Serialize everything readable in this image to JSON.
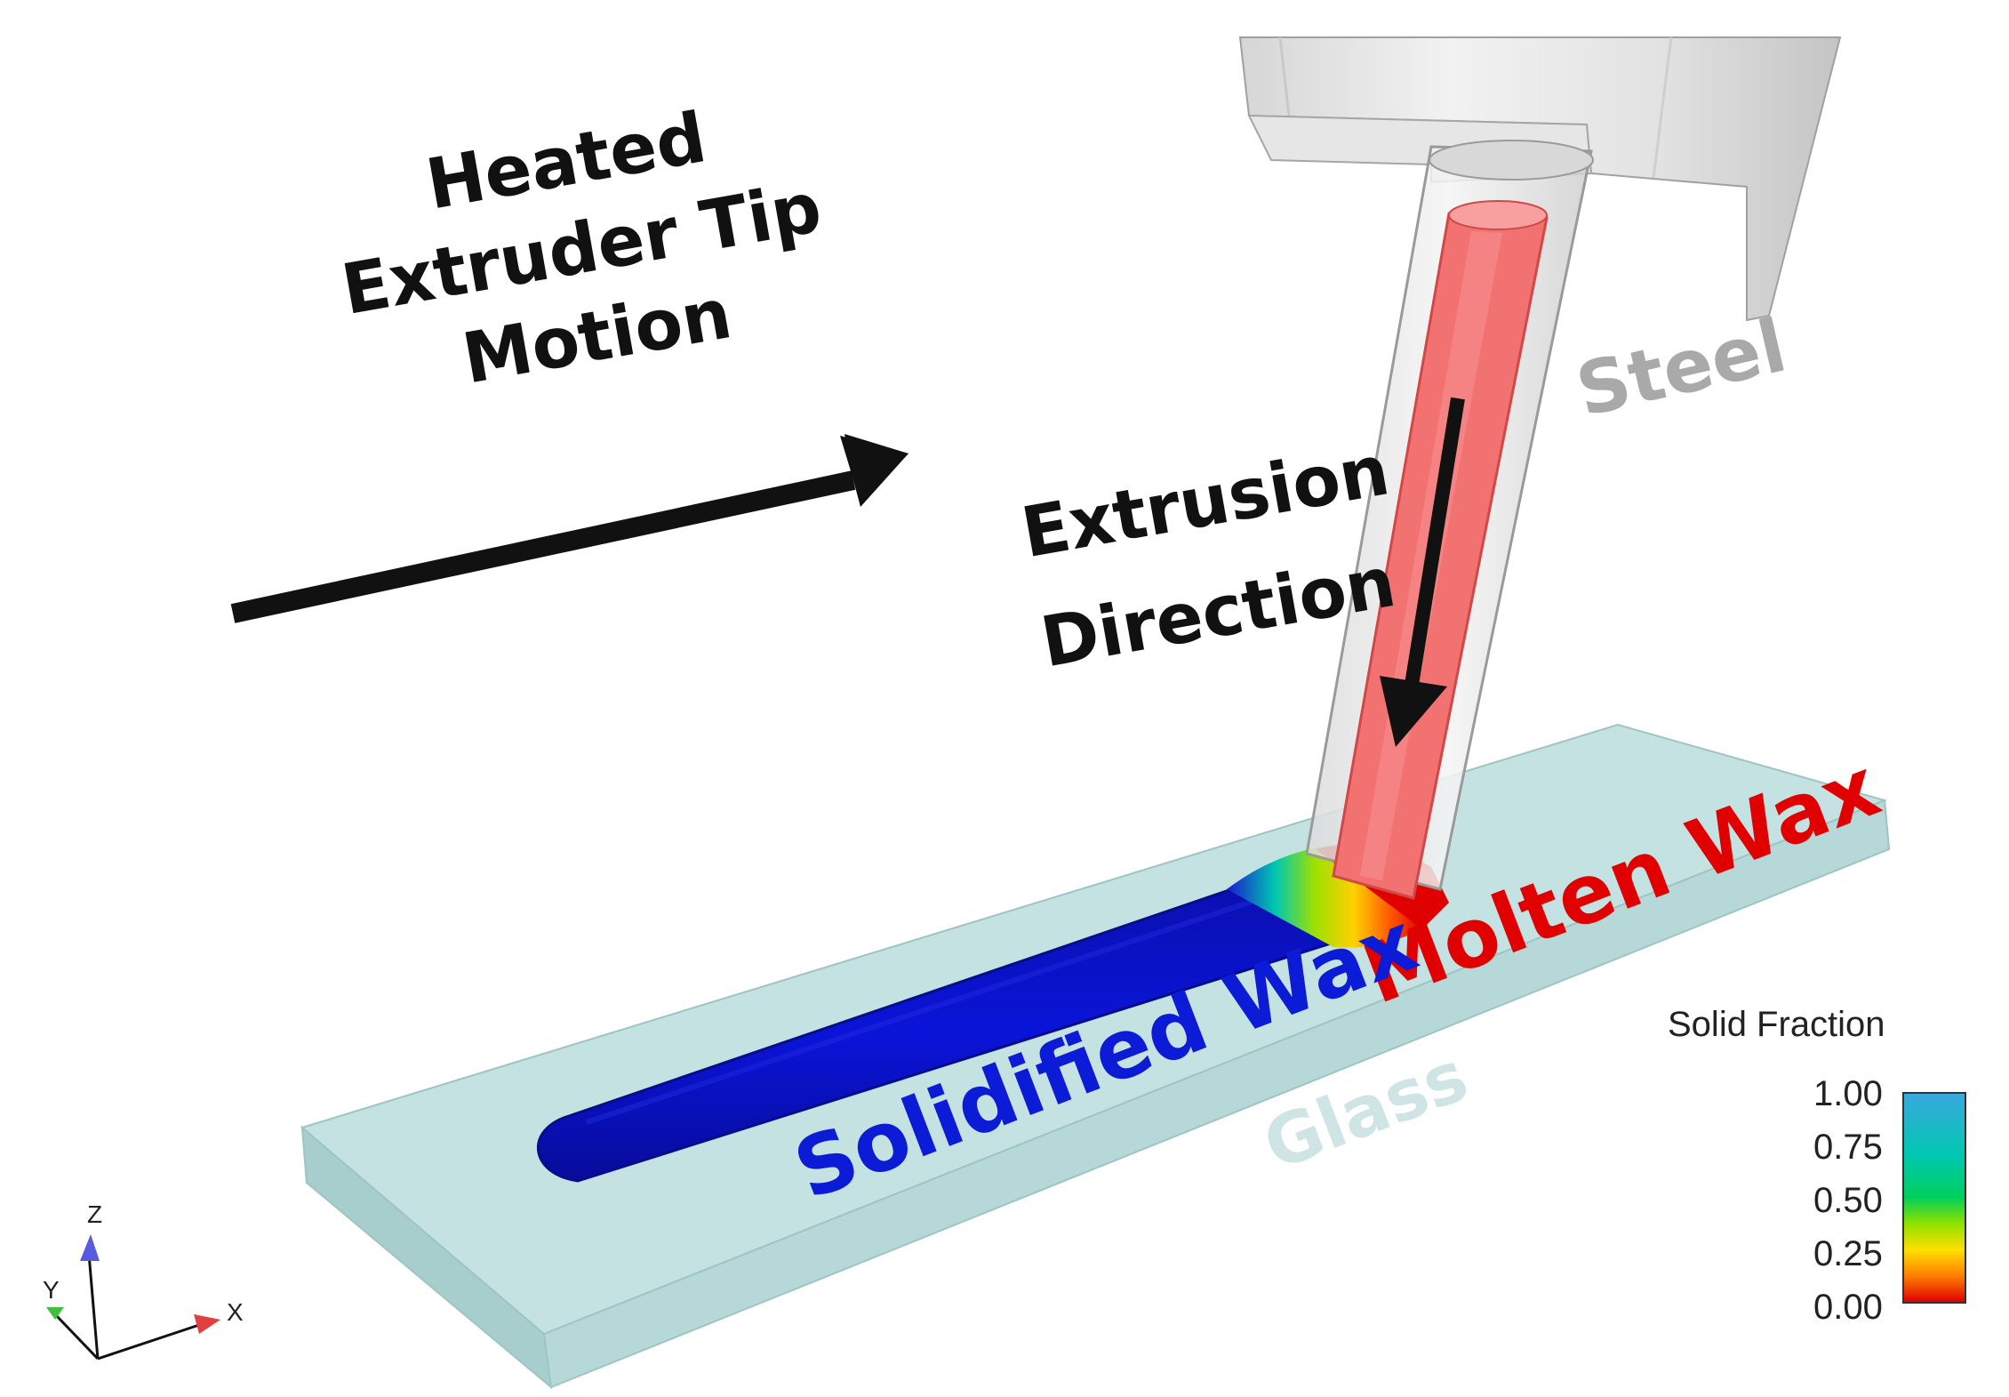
{
  "labels": {
    "motion_line1": "Heated",
    "motion_line2": "Extruder Tip",
    "motion_line3": "Motion",
    "extrusion_line1": "Extrusion",
    "extrusion_line2": "Direction",
    "steel": "Steel",
    "molten_wax": "Molten Wax",
    "solidified_wax": "Solidified Wax",
    "glass": "Glass"
  },
  "legend": {
    "title": "Solid Fraction",
    "ticks": [
      "1.00",
      "0.75",
      "0.50",
      "0.25",
      "0.00"
    ],
    "gradient_colors": [
      "#e00000",
      "#ff7a00",
      "#ffe000",
      "#8ce000",
      "#00d05a",
      "#00c8b0",
      "#3aa8e0"
    ]
  },
  "axes_triad": {
    "z": "Z",
    "y": "Y",
    "x": "X"
  },
  "colors": {
    "text": "#111111",
    "steel": "#a9a9a9",
    "molten": "#e00000",
    "solidified": "#0b1bd6",
    "glass_label": "#cfe4e4",
    "glass_plate": "#bcdcdc",
    "wax_molten": "#f06a6a"
  }
}
